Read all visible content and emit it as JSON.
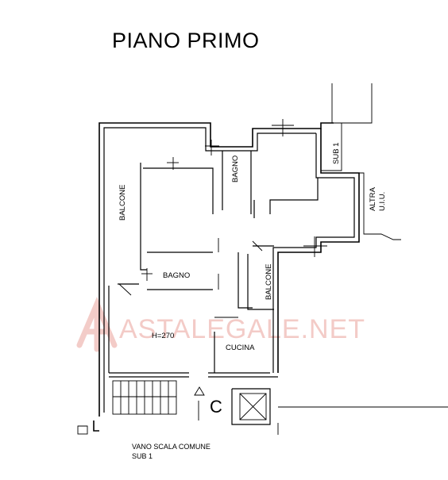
{
  "title": "PIANO PRIMO",
  "rooms": {
    "balcone_left": "BALCONE",
    "bagno_top": "BAGNO",
    "bagno_mid": "BAGNO",
    "balcone_right": "BALCONE",
    "height": "H=270",
    "cucina": "CUCINA",
    "sub_top": "SUB 1",
    "altra_1": "ALTRA",
    "altra_2": "U.I.U.",
    "stair_letter": "C",
    "vano_1": "VANO SCALA COMUNE",
    "vano_2": "SUB 1"
  },
  "watermark": "ASTALEGALE.NET",
  "colors": {
    "watermark": "#f2c6c2",
    "lines": "#000000"
  }
}
